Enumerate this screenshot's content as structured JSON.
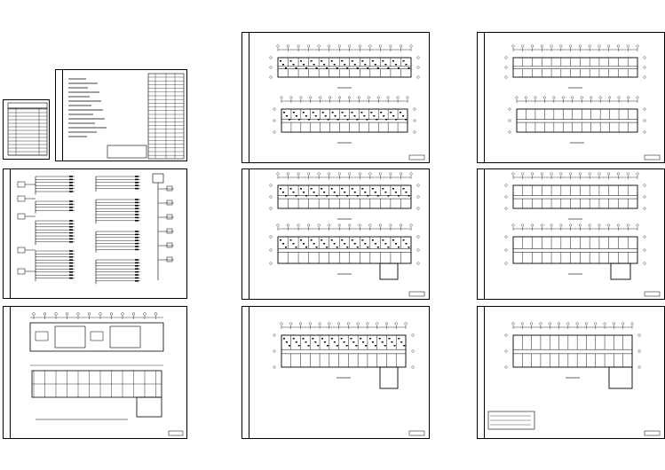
{
  "drawing_set": {
    "sheets": [
      {
        "id": "index"
      },
      {
        "id": "design-notes"
      },
      {
        "id": "system-diagram"
      },
      {
        "id": "plan-a"
      },
      {
        "id": "plan-b"
      },
      {
        "id": "plan-c"
      },
      {
        "id": "plan-d"
      },
      {
        "id": "plan-e"
      },
      {
        "id": "plan-f"
      },
      {
        "id": "plan-g"
      }
    ]
  },
  "colors": {
    "line": "#000000",
    "background": "#ffffff"
  }
}
